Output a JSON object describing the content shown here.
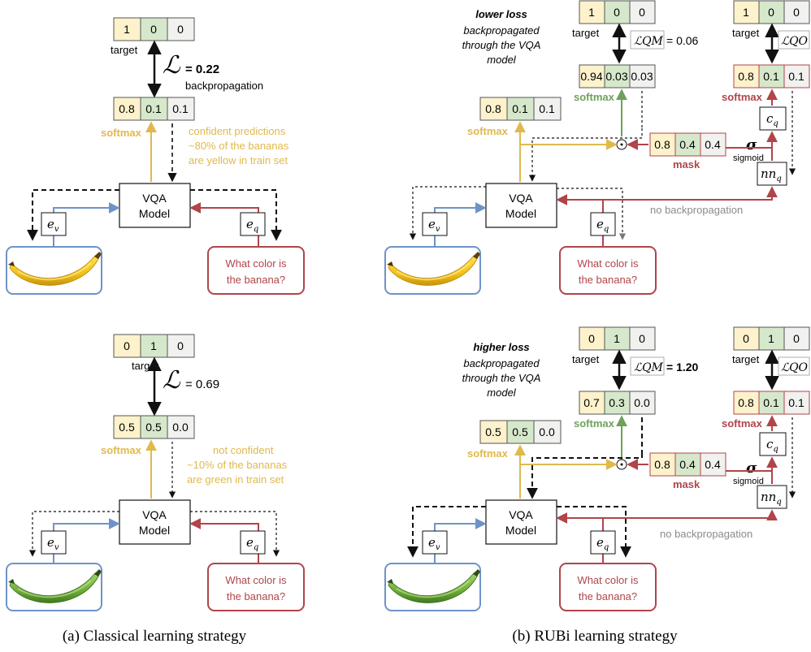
{
  "colors": {
    "yellow": "#e0b94c",
    "yellow_fill": "#fdf2cc",
    "green": "#6fa15a",
    "green_fill": "#d6e8cb",
    "grey_fill": "#f1f1ef",
    "red": "#b0454a",
    "blue": "#6f93c8",
    "black": "#111111",
    "grey_text": "#8b8b8b"
  },
  "labels": {
    "target": "target",
    "softmax": "softmax",
    "backprop": "backpropagation",
    "vqa_line1": "VQA",
    "vqa_line2": "Model",
    "question_line1": "What color is",
    "question_line2": "the banana?",
    "mask": "mask",
    "sigmoid": "sigmoid",
    "sigma": "σ",
    "no_backprop": "no backpropagation",
    "loss_symbol": "ℒ",
    "l_qm": "ℒQM",
    "l_qo": "ℒQO",
    "e_v": "e",
    "e_v_sub": "v",
    "e_q": "e",
    "e_q_sub": "q",
    "c_q": "c",
    "c_q_sub": "q",
    "nn_q": "nn",
    "nn_q_sub": "q",
    "odot": "⊙"
  },
  "panel_a_top": {
    "target": [
      "1",
      "0",
      "0"
    ],
    "softmax": [
      "0.8",
      "0.1",
      "0.1"
    ],
    "loss": "= 0.22",
    "note": [
      "confident predictions",
      "~80% of the bananas",
      "are yellow in train set"
    ]
  },
  "panel_a_bottom": {
    "target": [
      "0",
      "1",
      "0"
    ],
    "softmax": [
      "0.5",
      "0.5",
      "0.0"
    ],
    "loss": "= 0.69",
    "note": [
      "not confident",
      "~10% of the bananas",
      "are green in train set"
    ]
  },
  "panel_b_top": {
    "heading": "lower loss",
    "sub": [
      "backpropagated",
      "through the VQA",
      "model"
    ],
    "target_qm": [
      "1",
      "0",
      "0"
    ],
    "target_qo": [
      "1",
      "0",
      "0"
    ],
    "softmax_qm": [
      "0.94",
      "0.03",
      "0.03"
    ],
    "softmax_qo": [
      "0.8",
      "0.1",
      "0.1"
    ],
    "softmax_vqa": [
      "0.8",
      "0.1",
      "0.1"
    ],
    "mask": [
      "0.8",
      "0.4",
      "0.4"
    ],
    "loss_qm": "= 0.06"
  },
  "panel_b_bottom": {
    "heading": "higher loss",
    "sub": [
      "backpropagated",
      "through the VQA",
      "model"
    ],
    "target_qm": [
      "0",
      "1",
      "0"
    ],
    "target_qo": [
      "0",
      "1",
      "0"
    ],
    "softmax_qm": [
      "0.7",
      "0.3",
      "0.0"
    ],
    "softmax_qo": [
      "0.8",
      "0.1",
      "0.1"
    ],
    "softmax_vqa": [
      "0.5",
      "0.5",
      "0.0"
    ],
    "mask": [
      "0.8",
      "0.4",
      "0.4"
    ],
    "loss_qm": "= 1.20"
  },
  "captions": {
    "a": "(a) Classical learning strategy",
    "b": "(b) RUBi learning strategy"
  }
}
